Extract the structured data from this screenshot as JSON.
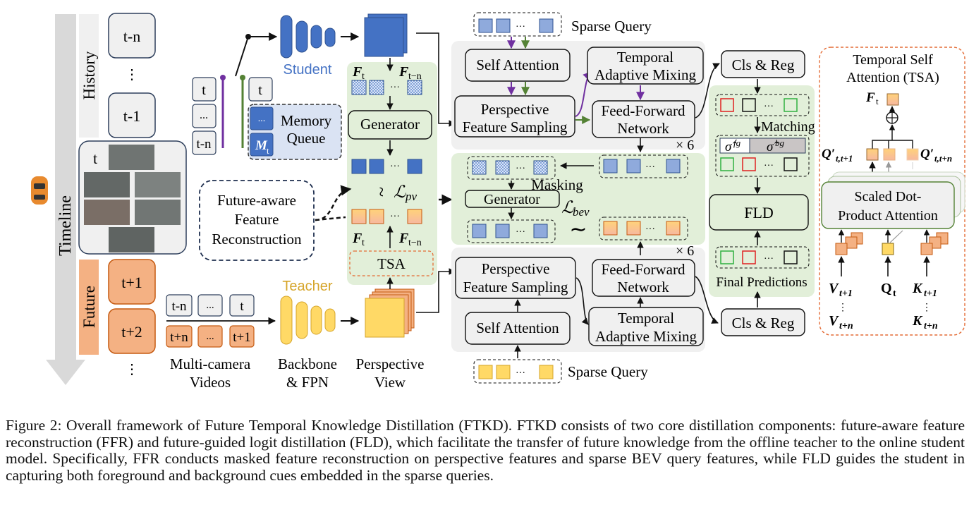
{
  "timeline": {
    "label": "Timeline",
    "history_label": "History",
    "future_label": "Future",
    "history_frames": [
      "t-n",
      "⋮",
      "t-1"
    ],
    "current_frame": "t",
    "future_frames": [
      "t+1",
      "t+2",
      "⋮"
    ]
  },
  "student": {
    "label": "Student",
    "input_frames": [
      "t",
      "...",
      "t-n"
    ],
    "current_frame": "t",
    "memory_queue_label_1": "Memory",
    "memory_queue_label_2": "Queue",
    "memory_dots": "...",
    "memory_item": "M",
    "memory_item_sub": "t"
  },
  "teacher": {
    "label": "Teacher",
    "past_frames": [
      "t-n",
      "...",
      "t"
    ],
    "future_frames": [
      "t+n",
      "...",
      "t+1"
    ],
    "videos_label_1": "Multi-camera",
    "videos_label_2": "Videos",
    "backbone_label_1": "Backbone",
    "backbone_label_2": "& FPN",
    "pv_label_1": "Perspective",
    "pv_label_2": "View"
  },
  "ffr": {
    "label_1": "Future-aware",
    "label_2": "Feature",
    "label_3": "Reconstruction",
    "ft": "F",
    "ft_sub": "t",
    "ftn": "F",
    "ftn_sub": "t−n",
    "generator": "Generator",
    "loss_pv": "ℒ",
    "loss_pv_sub": "pv",
    "tsa": "TSA",
    "dots": "···",
    "tilde": "~"
  },
  "decoder_student": {
    "sparse_query": "Sparse Query",
    "self_attention": "Self Attention",
    "pfs_1": "Perspective",
    "pfs_2": "Feature Sampling",
    "tam_1": "Temporal",
    "tam_2": "Adaptive Mixing",
    "ffn_1": "Feed-Forward",
    "ffn_2": "Network",
    "repeat": "× 6"
  },
  "bev_distill": {
    "masking": "Masking",
    "generator": "Generator",
    "loss_bev": "ℒ",
    "loss_bev_sub": "bev",
    "tilde": "∼"
  },
  "decoder_teacher": {
    "sparse_query": "Sparse Query",
    "self_attention": "Self Attention",
    "pfs_1": "Perspective",
    "pfs_2": "Feature Sampling",
    "tam_1": "Temporal",
    "tam_2": "Adaptive Mixing",
    "ffn_1": "Feed-Forward",
    "ffn_2": "Network",
    "repeat": "× 6"
  },
  "fld": {
    "cls_reg_top": "Cls & Reg",
    "cls_reg_bottom": "Cls & Reg",
    "matching": "Matching",
    "sigma_fg": "σ̂",
    "sigma_fg_sup": "fg",
    "sigma_bg": "σ̂",
    "sigma_bg_sup": "bg",
    "fld": "FLD",
    "final_predictions": "Final Predictions"
  },
  "tsa_detail": {
    "title_1": "Temporal Self",
    "title_2": "Attention (TSA)",
    "ft": "F",
    "ft_sub": "t",
    "q_first": "Q′",
    "q_first_sub": "t,t+1",
    "q_last": "Q′",
    "q_last_sub": "t,t+n",
    "sdpa_1": "Scaled Dot-",
    "sdpa_2": "Product Attention",
    "v_first": "V",
    "v_first_sub": "t+1",
    "v_last": "V",
    "v_last_sub": "t+n",
    "q": "Q",
    "q_sub": "t",
    "k_first": "K",
    "k_first_sub": "t+1",
    "k_last": "K",
    "k_last_sub": "t+n",
    "vdots": "⋮"
  },
  "colors": {
    "student_blue": "#4472c4",
    "teacher_yellow": "#ffd966",
    "future_orange": "#f4b183",
    "panel_green": "#e2efd9",
    "panel_gray": "#f0f0f0",
    "purple": "#7030a0",
    "green": "#548235",
    "tsa_border": "#e46c36"
  },
  "caption": "Figure 2: Overall framework of Future Temporal Knowledge Distillation (FTKD). FTKD consists of two core distillation components: future-aware feature reconstruction (FFR) and future-guided logit distillation (FLD), which facilitate the transfer of future knowledge from the offline teacher to the online student model. Specifically, FFR conducts masked feature reconstruction on perspective features and sparse BEV query features, while FLD guides the student in capturing both foreground and background cues embedded in the sparse queries."
}
